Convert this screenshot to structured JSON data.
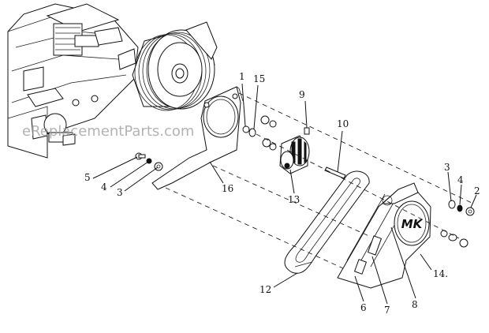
{
  "watermark": "eReplacementParts.com",
  "brand_logo": "MK",
  "callouts": [
    {
      "id": "c1",
      "label": "1"
    },
    {
      "id": "c15",
      "label": "15"
    },
    {
      "id": "c9",
      "label": "9"
    },
    {
      "id": "c10",
      "label": "10"
    },
    {
      "id": "c5",
      "label": "5"
    },
    {
      "id": "c4a",
      "label": "4"
    },
    {
      "id": "c3a",
      "label": "3"
    },
    {
      "id": "c16",
      "label": "16"
    },
    {
      "id": "c13",
      "label": "13"
    },
    {
      "id": "c3b",
      "label": "3"
    },
    {
      "id": "c4b",
      "label": "4"
    },
    {
      "id": "c2",
      "label": "2"
    },
    {
      "id": "c14",
      "label": "14."
    },
    {
      "id": "c12",
      "label": "12"
    },
    {
      "id": "c6",
      "label": "6"
    },
    {
      "id": "c7",
      "label": "7"
    },
    {
      "id": "c8",
      "label": "8"
    }
  ]
}
